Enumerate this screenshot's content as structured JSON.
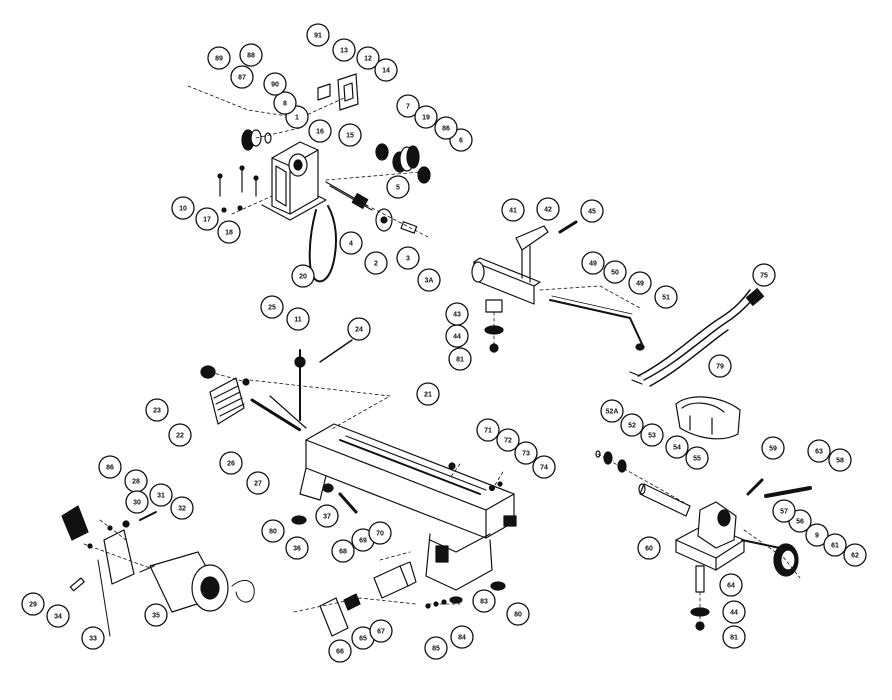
{
  "diagram": {
    "type": "exploded-parts-diagram",
    "subject": "wood lathe",
    "callouts": [
      "1",
      "2",
      "3",
      "3A",
      "4",
      "5",
      "6",
      "7",
      "8",
      "9",
      "10",
      "11",
      "12",
      "13",
      "14",
      "15",
      "16",
      "17",
      "18",
      "19",
      "20",
      "21",
      "22",
      "23",
      "24",
      "25",
      "26",
      "27",
      "28",
      "29",
      "30",
      "31",
      "32",
      "33",
      "34",
      "35",
      "36",
      "37",
      "41",
      "42",
      "43",
      "44",
      "45",
      "49",
      "50",
      "51",
      "52",
      "52A",
      "53",
      "54",
      "55",
      "56",
      "57",
      "58",
      "59",
      "60",
      "61",
      "62",
      "63",
      "64",
      "65",
      "66",
      "67",
      "68",
      "69",
      "70",
      "71",
      "72",
      "73",
      "74",
      "75",
      "79",
      "80",
      "81",
      "83",
      "84",
      "85",
      "86",
      "87",
      "88",
      "89",
      "90",
      "91"
    ],
    "colors": {
      "ink": "#111111",
      "paper": "#ffffff"
    }
  }
}
